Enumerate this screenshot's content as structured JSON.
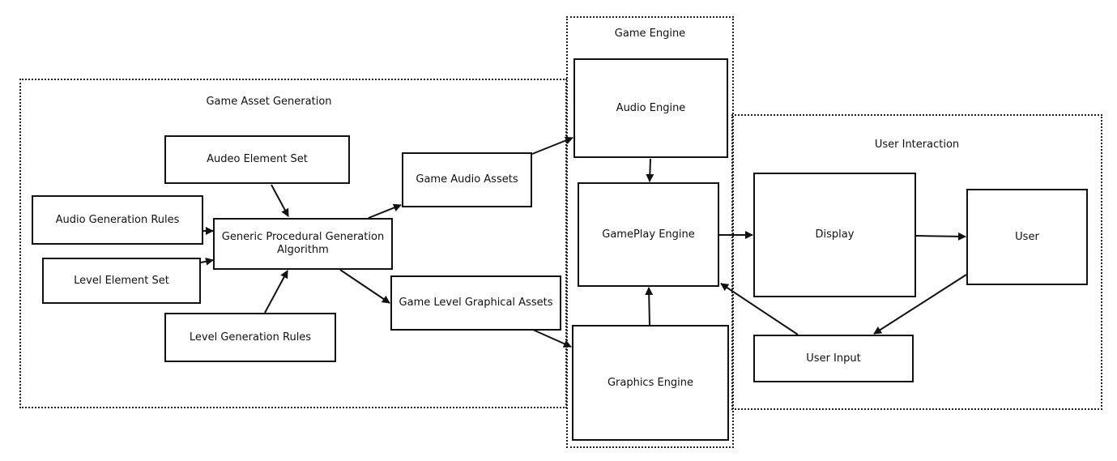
{
  "groups": {
    "asset_generation": "Game Asset Generation",
    "game_engine": "Game Engine",
    "user_interaction": "User Interaction"
  },
  "nodes": {
    "audeo_element_set": "Audeo Element Set",
    "audio_generation_rules": "Audio Generation Rules",
    "level_element_set": "Level Element Set",
    "level_generation_rules": "Level Generation Rules",
    "generic_pg_algorithm": "Generic Procedural Generation Algorithm",
    "game_audio_assets": "Game Audio Assets",
    "game_level_graphical_assets": "Game Level Graphical Assets",
    "audio_engine": "Audio Engine",
    "gameplay_engine": "GamePlay Engine",
    "graphics_engine": "Graphics Engine",
    "display": "Display",
    "user": "User",
    "user_input": "User Input"
  },
  "edges": [
    {
      "from": "audeo_element_set",
      "to": "generic_pg_algorithm"
    },
    {
      "from": "audio_generation_rules",
      "to": "generic_pg_algorithm"
    },
    {
      "from": "level_element_set",
      "to": "generic_pg_algorithm"
    },
    {
      "from": "level_generation_rules",
      "to": "generic_pg_algorithm"
    },
    {
      "from": "generic_pg_algorithm",
      "to": "game_audio_assets"
    },
    {
      "from": "generic_pg_algorithm",
      "to": "game_level_graphical_assets"
    },
    {
      "from": "game_audio_assets",
      "to": "audio_engine"
    },
    {
      "from": "game_level_graphical_assets",
      "to": "graphics_engine"
    },
    {
      "from": "audio_engine",
      "to": "gameplay_engine"
    },
    {
      "from": "graphics_engine",
      "to": "gameplay_engine"
    },
    {
      "from": "gameplay_engine",
      "to": "display"
    },
    {
      "from": "display",
      "to": "user"
    },
    {
      "from": "user",
      "to": "user_input"
    },
    {
      "from": "user_input",
      "to": "gameplay_engine"
    }
  ]
}
